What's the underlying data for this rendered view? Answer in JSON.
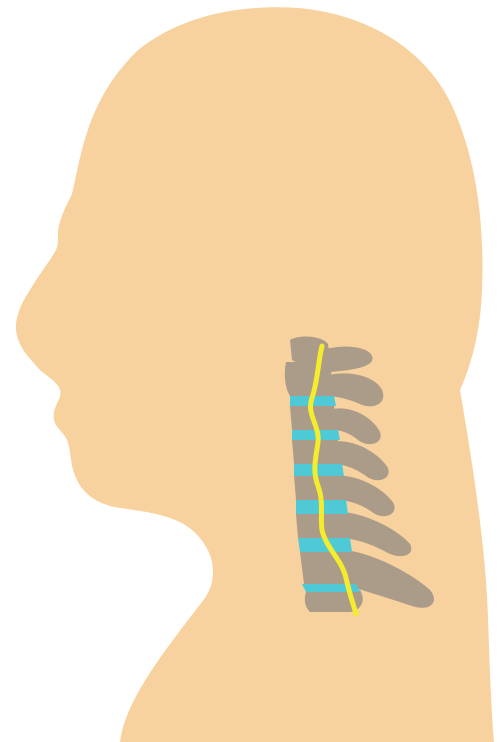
{
  "diagram": {
    "subject": "cervical spine",
    "vertebra_count": 7,
    "disc_count": 6
  },
  "colors": {
    "background": "#ffffff",
    "skin": "#f8d29e",
    "bone": "#ab9b89",
    "disc": "#4fc9d6",
    "nerve": "#f4ec2c"
  }
}
